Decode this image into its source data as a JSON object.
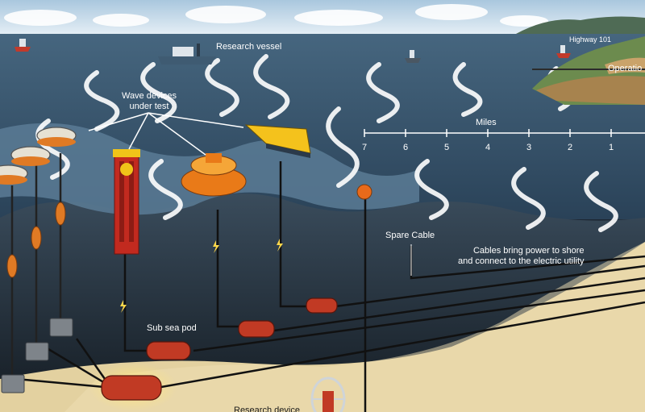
{
  "labels": {
    "research_vessel": "Research vessel",
    "wave_devices_line1": "Wave devices",
    "wave_devices_line2": "under test",
    "miles": "Miles",
    "spare_cable": "Spare Cable",
    "cables_line1": "Cables bring power to shore",
    "cables_line2": "and connect to the electric utility",
    "sub_sea_pod": "Sub sea pod",
    "research_device": "Research device",
    "highway": "Highway 101",
    "operations": "Operatio"
  },
  "scale": {
    "ticks": [
      "7",
      "6",
      "5",
      "4",
      "3",
      "2",
      "1"
    ]
  },
  "colors": {
    "sky": "#c7dbe9",
    "ocean_surface": "#2f4a63",
    "deep_water": "#1f2c38",
    "seabed": "#e6d6a6",
    "pod": "#c13a24",
    "buoy_orange": "#e87a1e",
    "device_yellow": "#f4c21c"
  }
}
